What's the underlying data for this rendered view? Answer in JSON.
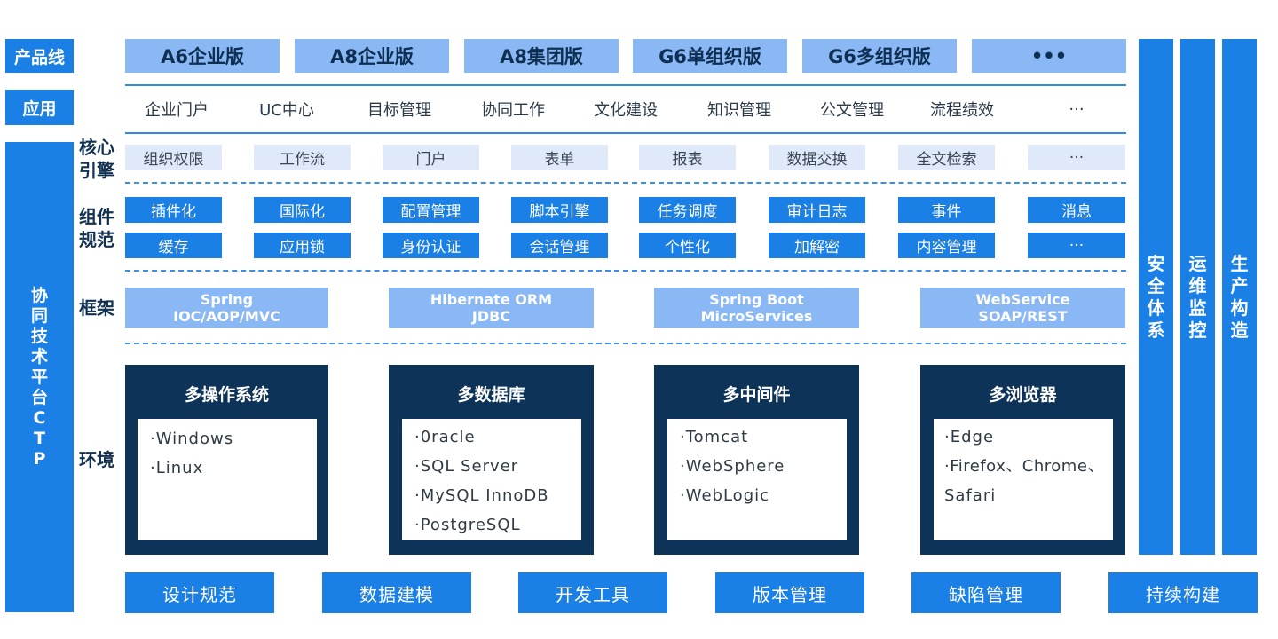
{
  "left_labels": {
    "product_line": "产品线",
    "application": "应用",
    "ctp": [
      "协",
      "同",
      "技",
      "术",
      "平",
      "台",
      "C",
      "T",
      "P"
    ]
  },
  "row_labels": {
    "core_engine": [
      "核心",
      "引擎"
    ],
    "component_spec": [
      "组件",
      "规范"
    ],
    "framework": "框架",
    "environment": "环境"
  },
  "products": [
    "A6企业版",
    "A8企业版",
    "A8集团版",
    "G6单组织版",
    "G6多组织版",
    "•••"
  ],
  "applications": [
    "企业门户",
    "UC中心",
    "目标管理",
    "协同工作",
    "文化建设",
    "知识管理",
    "公文管理",
    "流程绩效",
    "···"
  ],
  "core_engine": [
    "组织权限",
    "工作流",
    "门户",
    "表单",
    "报表",
    "数据交换",
    "全文检索",
    "···"
  ],
  "components_row1": [
    "插件化",
    "国际化",
    "配置管理",
    "脚本引擎",
    "任务调度",
    "审计日志",
    "事件",
    "消息"
  ],
  "components_row2": [
    "缓存",
    "应用锁",
    "身份认证",
    "会话管理",
    "个性化",
    "加解密",
    "内容管理",
    "···"
  ],
  "frameworks": [
    {
      "line1": "Spring",
      "line2": "IOC/AOP/MVC"
    },
    {
      "line1": "Hibernate ORM",
      "line2": "JDBC"
    },
    {
      "line1": "Spring Boot",
      "line2": "MicroServices"
    },
    {
      "line1": "WebService",
      "line2": "SOAP/REST"
    }
  ],
  "environments": [
    {
      "title": "多操作系统",
      "items": [
        "·Windows",
        "·Linux"
      ]
    },
    {
      "title": "多数据库",
      "items": [
        "·0racle",
        "·SQL Server",
        "·MySQL InnoDB",
        "·PostgreSQL"
      ]
    },
    {
      "title": "多中间件",
      "items": [
        "·Tomcat",
        "·WebSphere",
        "·WebLogic"
      ]
    },
    {
      "title": "多浏览器",
      "items": [
        "·Edge",
        "·Firefox、Chrome、",
        " Safari"
      ]
    }
  ],
  "right_bars": [
    {
      "chars": [
        "安",
        "全",
        "体",
        "系"
      ]
    },
    {
      "chars": [
        "运",
        "维",
        "监",
        "控"
      ]
    },
    {
      "chars": [
        "生",
        "产",
        "构",
        "造"
      ]
    }
  ],
  "tools": [
    "设计规范",
    "数据建模",
    "开发工具",
    "版本管理",
    "缺陷管理",
    "持续构建"
  ],
  "colors": {
    "primary_blue": "#1a80e6",
    "light_blue": "#8ab8f5",
    "pale_blue": "#dfe9f9",
    "dark_navy": "#0e3358"
  }
}
